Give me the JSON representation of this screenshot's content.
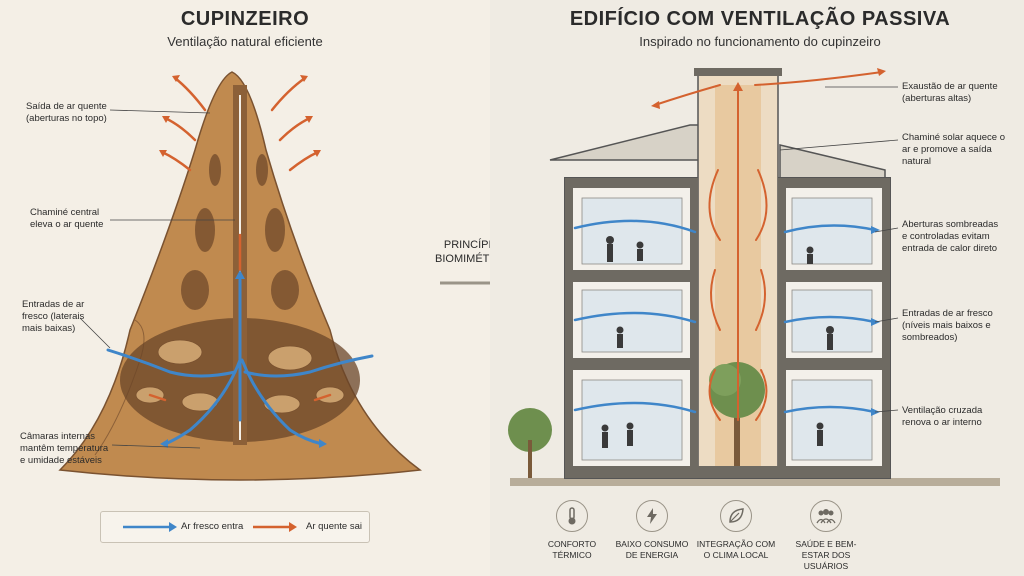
{
  "left": {
    "title": "CUPINZEIRO",
    "subtitle": "Ventilação natural eficiente",
    "notes": [
      "Saída de ar quente (aberturas no topo)",
      "Chaminé central eleva o ar quente",
      "Entradas de ar fresco (laterais mais baixas)",
      "Câmaras internas mantêm temperatura e umidade estáveis"
    ],
    "legend": {
      "fresh": "Ar fresco entra",
      "hot": "Ar quente sai"
    }
  },
  "middle": {
    "principle": "PRINCÍPIO BIOMIMÉTICO"
  },
  "right": {
    "title": "EDIFÍCIO COM VENTILAÇÃO PASSIVA",
    "subtitle": "Inspirado no funcionamento do cupinzeiro",
    "notes": [
      "Exaustão de ar quente (aberturas altas)",
      "Chaminé solar aquece o ar e promove a saída natural",
      "Aberturas sombreadas e controladas evitam entrada de calor direto",
      "Entradas de ar fresco (níveis mais baixos e sombreados)",
      "Ventilação cruzada renova o ar interno"
    ],
    "benefits": [
      {
        "label": "CONFORTO TÉRMICO",
        "icon": "thermometer-icon"
      },
      {
        "label": "BAIXO CONSUMO DE ENERGIA",
        "icon": "lightning-icon"
      },
      {
        "label": "INTEGRAÇÃO COM O CLIMA LOCAL",
        "icon": "leaf-icon"
      },
      {
        "label": "SAÚDE E BEM-ESTAR DOS USUÁRIOS",
        "icon": "people-icon"
      }
    ]
  },
  "colors": {
    "fresh": "#3f86c9",
    "hot": "#d4622f",
    "earth": "#c08a4f",
    "earthDark": "#7a5230"
  }
}
